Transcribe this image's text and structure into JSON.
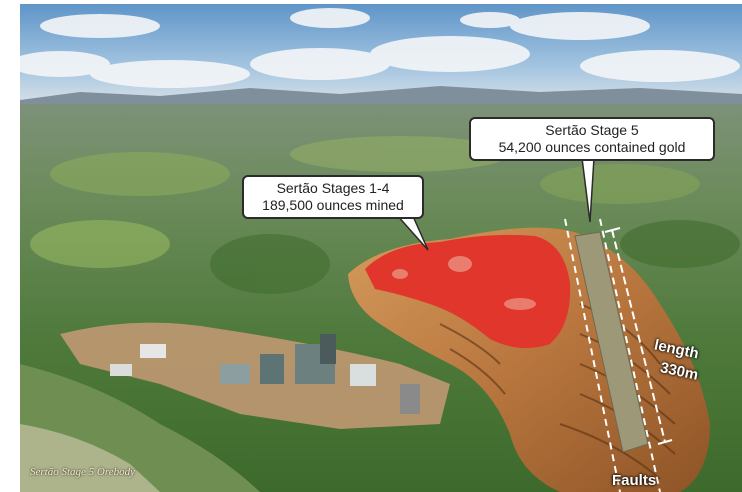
{
  "callouts": {
    "stages_1_4": {
      "line1": "Sertão Stages 1-4",
      "line2": "189,500 ounces mined"
    },
    "stage_5": {
      "line1": "Sertão Stage 5",
      "line2": "54,200 ounces contained gold"
    }
  },
  "labels": {
    "length": "length",
    "length_value": "330m",
    "faults": "Faults"
  },
  "caption": "Sertão Stage 5 Orebody",
  "colors": {
    "sky": "#8fb6d8",
    "hills": "#5f7f58",
    "pit_red": "#e0362c",
    "pit_shell": "#b8763e",
    "orebody": "#9c9878"
  }
}
